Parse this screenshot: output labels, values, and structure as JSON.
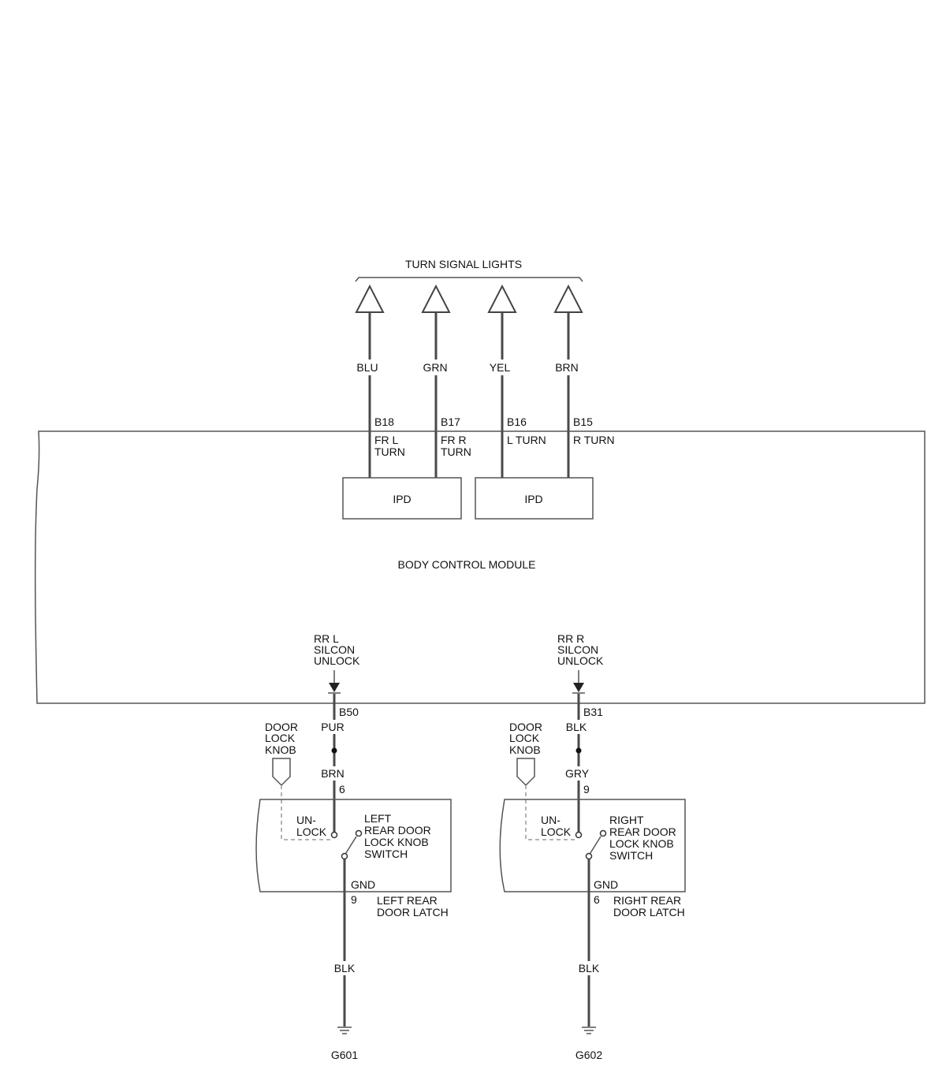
{
  "turn_signal_lights": {
    "title": "TURN SIGNAL LIGHTS",
    "wires": [
      {
        "color": "BLU",
        "pin": "B18",
        "func_line1": "FR L",
        "func_line2": "TURN"
      },
      {
        "color": "GRN",
        "pin": "B17",
        "func_line1": "FR R",
        "func_line2": "TURN"
      },
      {
        "color": "YEL",
        "pin": "B16",
        "func_line1": "L TURN",
        "func_line2": ""
      },
      {
        "color": "BRN",
        "pin": "B15",
        "func_line1": "R TURN",
        "func_line2": ""
      }
    ]
  },
  "bcm": {
    "title": "BODY CONTROL MODULE",
    "ipd_left": "IPD",
    "ipd_right": "IPD"
  },
  "left_circuit": {
    "signal_lines": [
      "RR L",
      "SILCON",
      "UNLOCK"
    ],
    "pin": "B50",
    "wire_upper": "PUR",
    "wire_lower": "BRN",
    "switch_pin": "6",
    "knob_lines": [
      "DOOR",
      "LOCK",
      "KNOB"
    ],
    "unlock_lines": [
      "UN-",
      "LOCK"
    ],
    "switch_lines": [
      "LEFT",
      "REAR DOOR",
      "LOCK KNOB",
      "SWITCH"
    ],
    "gnd_label": "GND",
    "gnd_pin": "9",
    "latch_lines": [
      "LEFT REAR",
      "DOOR LATCH"
    ],
    "ground_wire": "BLK",
    "ground": "G601"
  },
  "right_circuit": {
    "signal_lines": [
      "RR R",
      "SILCON",
      "UNLOCK"
    ],
    "pin": "B31",
    "wire_upper": "BLK",
    "wire_lower": "GRY",
    "switch_pin": "9",
    "knob_lines": [
      "DOOR",
      "LOCK",
      "KNOB"
    ],
    "unlock_lines": [
      "UN-",
      "LOCK"
    ],
    "switch_lines": [
      "RIGHT",
      "REAR DOOR",
      "LOCK KNOB",
      "SWITCH"
    ],
    "gnd_label": "GND",
    "gnd_pin": "6",
    "latch_lines": [
      "RIGHT REAR",
      "DOOR LATCH"
    ],
    "ground_wire": "BLK",
    "ground": "G602"
  }
}
